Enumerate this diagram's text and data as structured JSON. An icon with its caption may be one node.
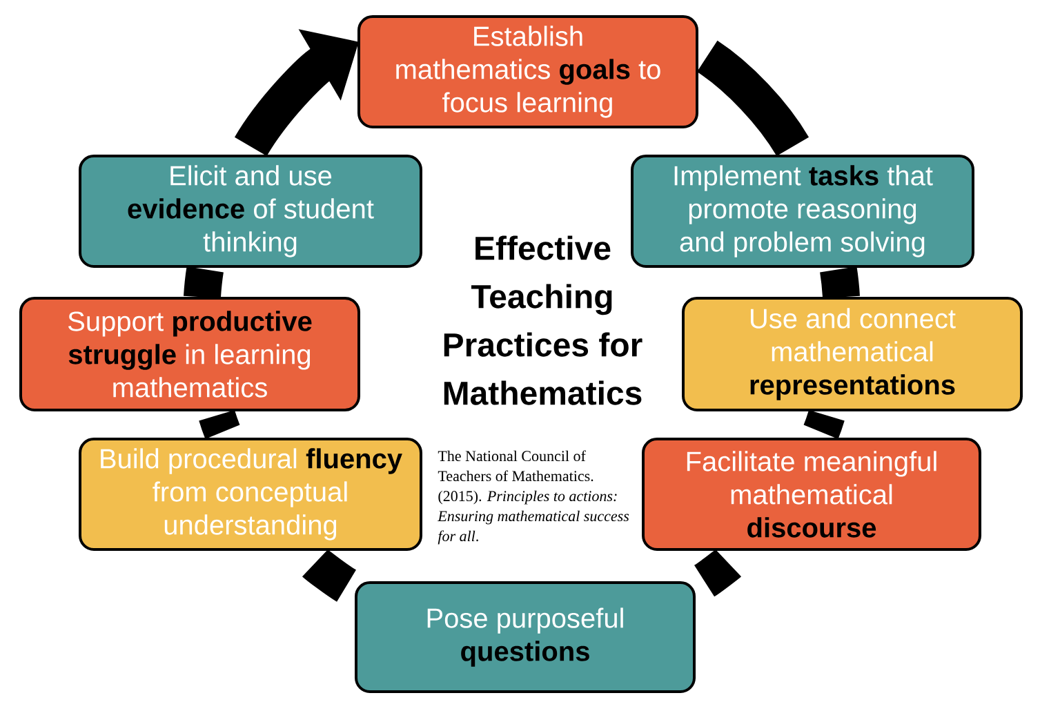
{
  "diagram": {
    "title": "Effective Teaching Practices for Mathematics",
    "caption": "The National Council of Teachers of Mathematics. (2015). *Principles to actions: Ensuring mathematical success for all*.",
    "nodes": [
      {
        "text": [
          "Establish mathematics **goals** to focus learning"
        ]
      },
      {
        "text": [
          "Implement **tasks** that promote reasoning and problem solving"
        ]
      },
      {
        "text": [
          "Use and connect mathematical **representations**"
        ]
      },
      {
        "text": [
          "Facilitate meaningful mathematical **discourse**"
        ]
      },
      {
        "text": [
          "Pose purposeful **questions**"
        ]
      },
      {
        "text": [
          "Build procedural **fluency** from conceptual understanding"
        ]
      },
      {
        "text": [
          "Support **productive struggle** in learning mathematics"
        ]
      },
      {
        "text": [
          "Elicit and use **evidence** of student thinking"
        ]
      }
    ],
    "edges": [
      {
        "from": 0,
        "to": 1,
        "arrow": "none"
      },
      {
        "from": 1,
        "to": 2,
        "arrow": "none"
      },
      {
        "from": 2,
        "to": 3,
        "arrow": "none"
      },
      {
        "from": 3,
        "to": 4,
        "arrow": "none"
      },
      {
        "from": 4,
        "to": 5,
        "arrow": "none"
      },
      {
        "from": 5,
        "to": 6,
        "arrow": "none"
      },
      {
        "from": 6,
        "to": 7,
        "arrow": "none"
      },
      {
        "from": 7,
        "to": 0,
        "arrow": "to"
      }
    ]
  }
}
